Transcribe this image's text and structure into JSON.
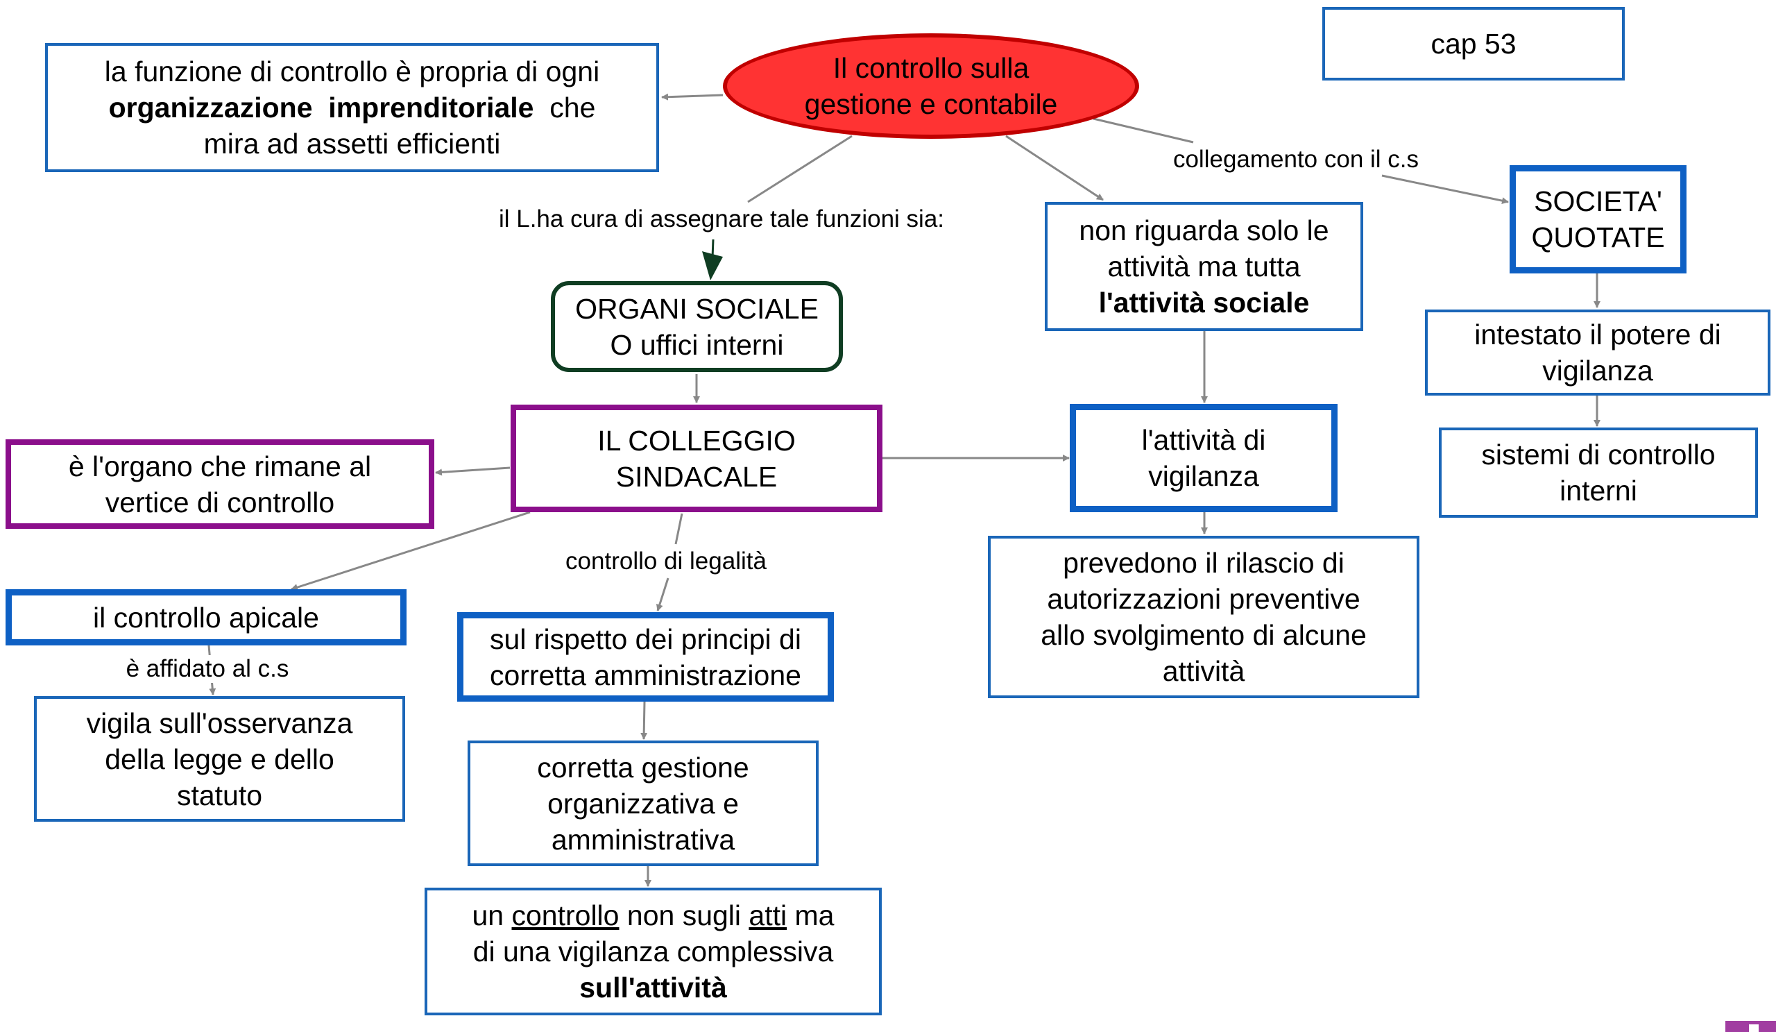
{
  "title": {
    "line1": "Il controllo sulla",
    "line2": "gestione e contabile"
  },
  "cap": "cap 53",
  "box_funzione": {
    "line1": "la funzione di controllo è propria di ogni",
    "bold1": "organizzazione",
    "bold2": "imprenditoriale",
    "rest": "che",
    "line3": "mira ad assetti efficienti"
  },
  "organi": {
    "line1": "ORGANI SOCIALE",
    "line2": "O uffici interni"
  },
  "collegio": {
    "line1": "IL COLLEGGIO",
    "line2": "SINDACALE"
  },
  "organo_vertice": {
    "line1": "è l'organo che rimane al",
    "line2": "vertice di controllo"
  },
  "non_riguarda": {
    "line1": "non riguarda solo le",
    "line2": "attività ma tutta",
    "bold": "l'attività sociale"
  },
  "societa": {
    "line1": "SOCIETA'",
    "line2": "QUOTATE"
  },
  "intestato": {
    "line1": "intestato il potere di",
    "line2": "vigilanza"
  },
  "sistemi": {
    "line1": "sistemi di controllo",
    "line2": "interni"
  },
  "vigilanza": {
    "line1": "l'attività di",
    "line2": "vigilanza"
  },
  "prevedono": {
    "line1": "prevedono il rilascio di",
    "line2": "autorizzazioni preventive",
    "line3": "allo svolgimento di alcune",
    "line4": "attività"
  },
  "apicale": "il controllo apicale",
  "vigila": {
    "line1": "vigila sull'osservanza",
    "line2": "della legge e dello",
    "line3": "statuto"
  },
  "rispetto": {
    "line1": "sul rispetto dei principi di",
    "line2": "corretta amministrazione"
  },
  "corretta": {
    "line1": "corretta gestione",
    "line2": "organizzativa e",
    "line3": "amministrativa"
  },
  "un_controllo": {
    "w1": "un",
    "u1": "controllo",
    "w2": "non sugli",
    "u2": "atti",
    "w3": "ma",
    "line2": "di una vigilanza complessiva",
    "bold": "sull'attività"
  },
  "link_labels": {
    "assegnare": "il L.ha cura di assegnare tale funzioni sia:",
    "collegamento": "collegamento con il c.s",
    "legalita": "controllo di legalità",
    "affidato": "è affidato al c.s"
  },
  "colors": {
    "ellipse": "#ff3333",
    "blue": "#1a66b8",
    "purple": "#8b0f8b",
    "green": "#0f3d22",
    "link": "#888888"
  }
}
